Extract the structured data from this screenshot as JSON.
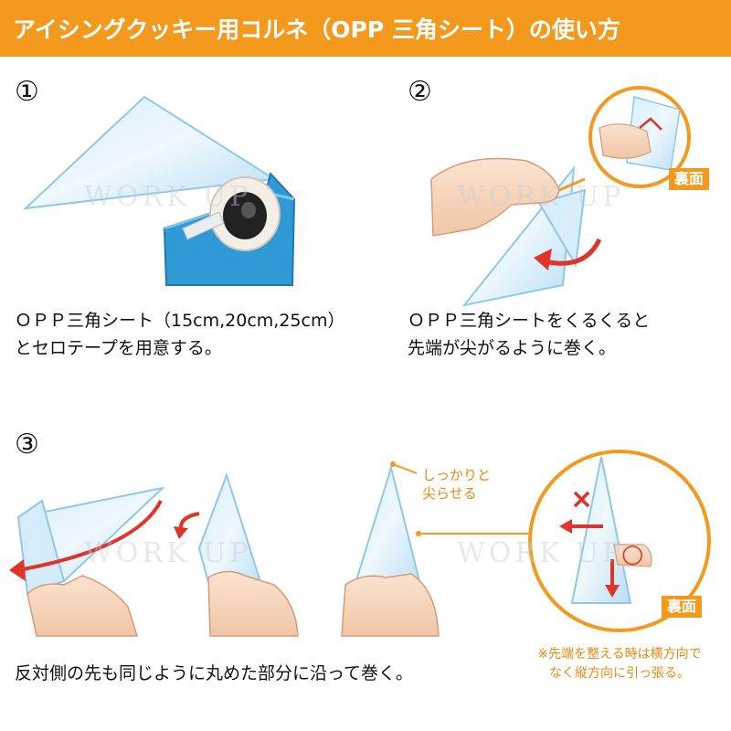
{
  "header": {
    "title": "アイシングクッキー用コルネ（OPP 三角シート）の使い方"
  },
  "steps": [
    {
      "number": "①",
      "lines": [
        "ＯＰＰ三角シート（15cm,20cm,25cm）",
        "とセロテープを用意する。"
      ]
    },
    {
      "number": "②",
      "lines": [
        "ＯＰＰ三角シートをくるくると",
        "先端が尖がるように巻く。"
      ]
    },
    {
      "number": "③",
      "lines": [
        "反対側の先も同じように丸めた部分に沿って巻く。"
      ]
    }
  ],
  "callout": {
    "lines": [
      "しっかりと",
      "尖らせる"
    ]
  },
  "badges": {
    "back_side_1": "裏面",
    "back_side_2": "裏面"
  },
  "note": {
    "lines": [
      "※先端を整える時は横方向で",
      "なく縦方向に引っ張る。"
    ]
  },
  "marks": {
    "cross": "×",
    "circle": "○"
  },
  "watermark": "WORK UP",
  "colors": {
    "header": "#f39a1e",
    "accent_orange": "#e58a10",
    "arrow_red": "#e0342b",
    "sheet_blue": "#bfe3f6",
    "dispenser_blue": "#2f9ad6"
  }
}
